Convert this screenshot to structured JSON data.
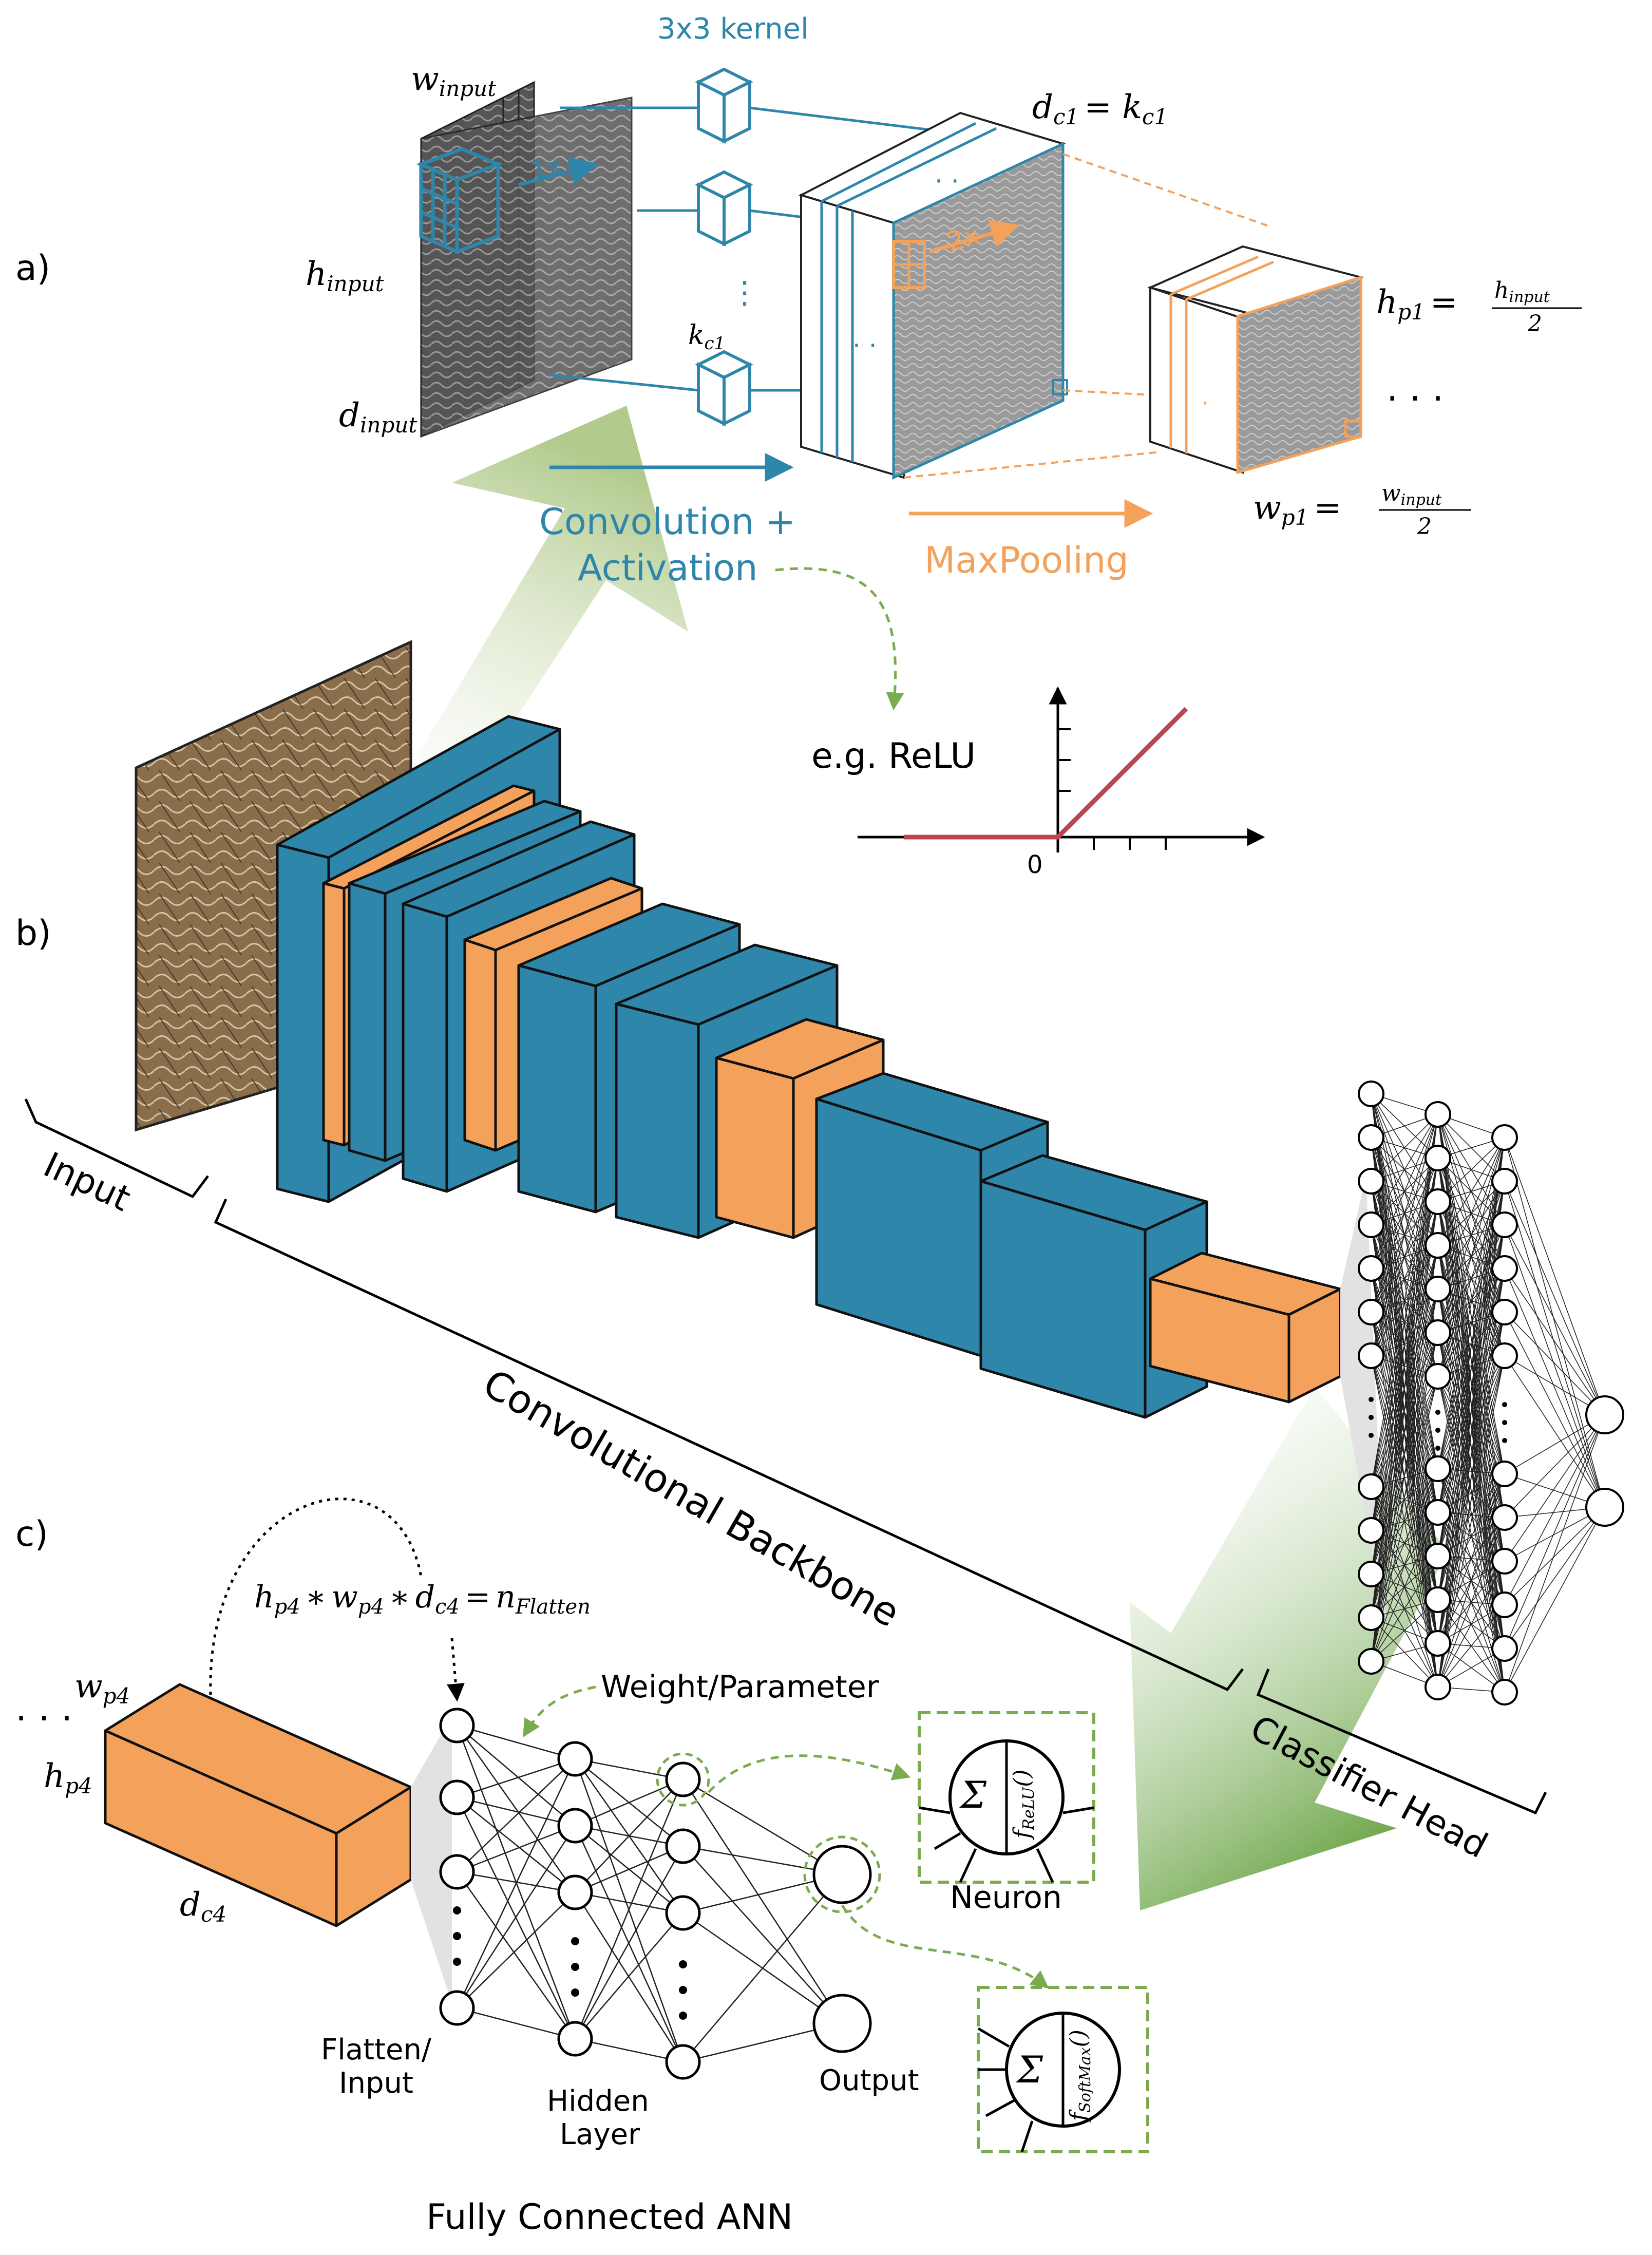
{
  "panel_labels": {
    "a": "a)",
    "b": "b)",
    "c": "c)"
  },
  "panel_a": {
    "kernel_label": "3x3 kernel",
    "w_input": "w",
    "w_input_sub": "input",
    "h_input": "h",
    "h_input_sub": "input",
    "d_input": "d",
    "d_input_sub": "input",
    "k_c1": "k",
    "k_c1_sub": "c1",
    "stride_1x": "1x",
    "stride_2x": "2x",
    "dc1_eq": "d",
    "dc1_sub": "c1",
    "dc1_rhs": "= k",
    "dc1_rhs_sub": "c1",
    "hp1": "h",
    "hp1_sub": "p1",
    "hp1_eq": "=",
    "hp1_num": "h",
    "hp1_num_sub": "input",
    "hp1_den": "2",
    "wp1": "w",
    "wp1_sub": "p1",
    "wp1_eq": "=",
    "wp1_num": "w",
    "wp1_num_sub": "input",
    "wp1_den": "2",
    "conv_line1": "Convolution +",
    "conv_line2": "Activation",
    "maxpool": "MaxPooling",
    "relu_label": "e.g. ReLU",
    "relu_zero": "0",
    "ellipsis": "· · ·"
  },
  "panel_b": {
    "input_label": "Input",
    "backbone_label": "Convolutional Backbone",
    "head_label": "Classifier Head"
  },
  "panel_c": {
    "flatten_eq": "h",
    "wp4": "w",
    "wp4_sub": "p4",
    "hp4": "h",
    "hp4_sub": "p4",
    "dc4": "d",
    "dc4_sub": "c4",
    "eq_text": "h p4 * w p4 * d c4 = n Flatten",
    "weight_label": "Weight/Parameter",
    "neuron_label": "Neuron",
    "flatten_line1": "Flatten/",
    "flatten_line2": "Input",
    "hidden_line1": "Hidden",
    "hidden_line2": "Layer",
    "output_label": "Output",
    "relu_fn": "f",
    "relu_fn_sub": "ReLU",
    "softmax_fn": "f",
    "softmax_fn_sub": "SoftMax",
    "sum_symbol": "Σ",
    "title": "Fully Connected ANN",
    "ellipsis": "· · ·"
  },
  "colors": {
    "conv_blue": "#2e86ab",
    "pool_orange": "#f4a15b",
    "green_arrow": "#7aab4e",
    "relu_red": "#c0434f"
  }
}
